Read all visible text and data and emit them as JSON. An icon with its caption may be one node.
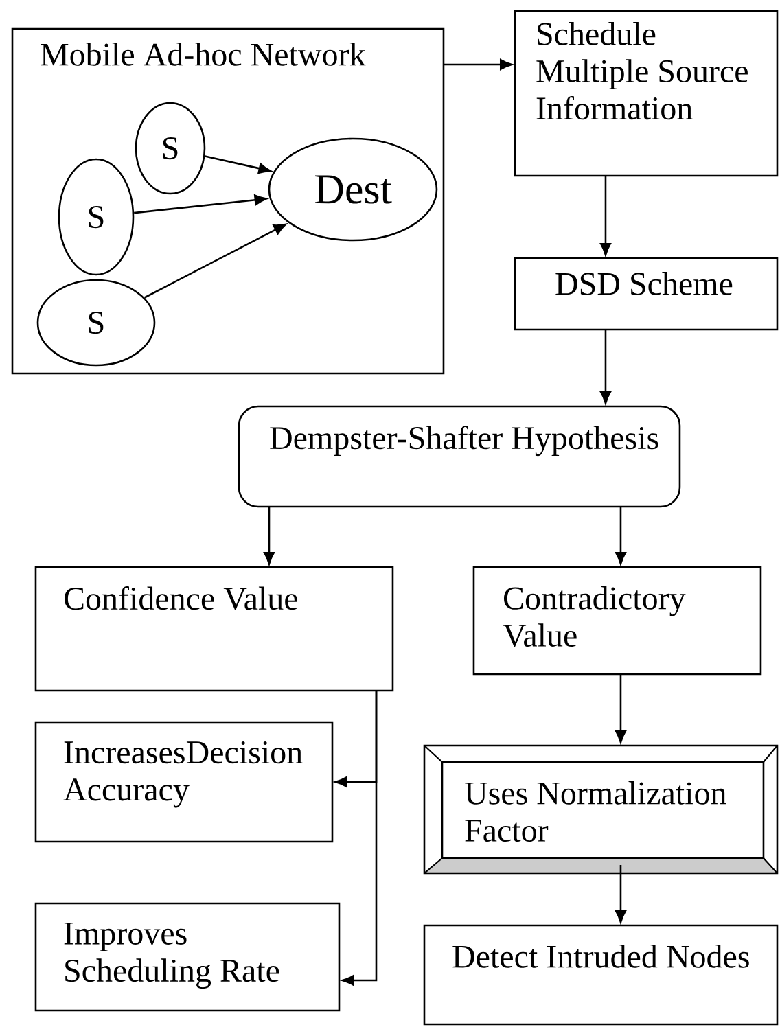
{
  "diagram": {
    "nodes": [
      {
        "text": [
          "Mobile Ad-hoc Network"
        ]
      },
      {
        "text": [
          "S"
        ],
        "in": 0
      },
      {
        "text": [
          "S"
        ],
        "in": 0
      },
      {
        "text": [
          "S"
        ],
        "in": 0
      },
      {
        "text": [
          "Dest"
        ],
        "in": 0
      },
      {
        "text": [
          "Schedule Multiple Source Information"
        ]
      },
      {
        "text": [
          "DSD Scheme"
        ]
      },
      {
        "text": [
          "Dempster-Shafter Hypothesis"
        ]
      },
      {
        "text": [
          "Confidence Value"
        ]
      },
      {
        "text": [
          "Contradictory Value"
        ]
      },
      {
        "text": [
          "IncreasesDecision Accuracy"
        ]
      },
      {
        "text": [
          "Uses Normalization Factor"
        ]
      },
      {
        "text": [
          "Improves Scheduling Rate"
        ]
      },
      {
        "text": [
          "Detect Intruded Nodes"
        ]
      }
    ],
    "edges": [
      {
        "from": 1,
        "to": 4,
        "arrow": "to"
      },
      {
        "from": 2,
        "to": 4,
        "arrow": "to"
      },
      {
        "from": 3,
        "to": 4,
        "arrow": "to"
      },
      {
        "from": 0,
        "to": 5,
        "arrow": "to"
      },
      {
        "from": 5,
        "to": 6,
        "arrow": "to"
      },
      {
        "from": 6,
        "to": 7,
        "arrow": "to"
      },
      {
        "from": 7,
        "to": 8,
        "arrow": "to"
      },
      {
        "from": 7,
        "to": 9,
        "arrow": "to"
      },
      {
        "from": 8,
        "to": 10,
        "arrow": "to"
      },
      {
        "from": 9,
        "to": 11,
        "arrow": "to"
      },
      {
        "from": 8,
        "to": 12,
        "arrow": "to"
      },
      {
        "from": 11,
        "to": 13,
        "arrow": "to"
      }
    ]
  }
}
